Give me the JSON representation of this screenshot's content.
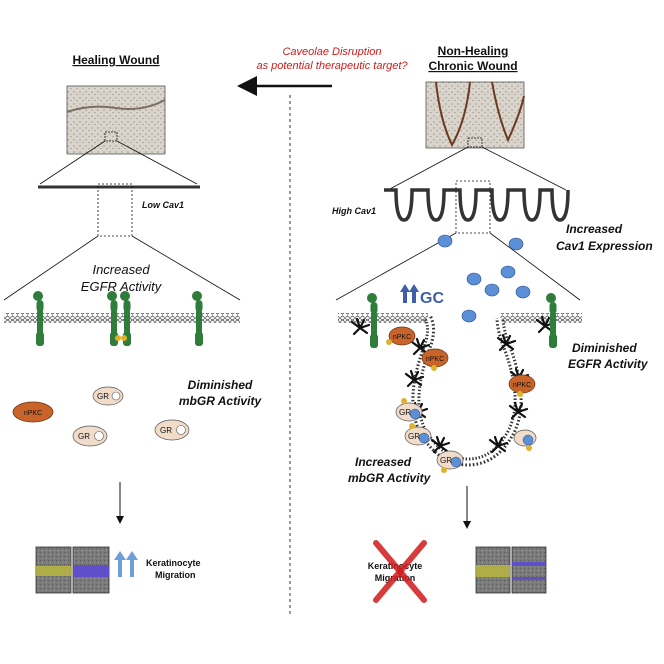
{
  "left": {
    "title": "Healing Wound",
    "cav_label": "Low Cav1",
    "egfr_label_1": "Increased",
    "egfr_label_2": "EGFR Activity",
    "mbgr_label_1": "Diminished",
    "mbgr_label_2": "mbGR Activity",
    "npkc": "nPKC",
    "gr": "GR",
    "migration_1": "Keratinocyte",
    "migration_2": "Migration"
  },
  "right": {
    "title_1": "Non-Healing",
    "title_2": "Chronic Wound",
    "cav_label": "High Cav1",
    "cav_expr_1": "Increased",
    "cav_expr_2": "Cav1 Expression",
    "gc_label": "GC",
    "egfr_label_1": "Diminished",
    "egfr_label_2": "EGFR Activity",
    "mbgr_label_1": "Increased",
    "mbgr_label_2": "mbGR Activity",
    "npkc": "nPKC",
    "gr": "GR",
    "migration_1": "Keratinocyte",
    "migration_2": "Migration"
  },
  "center": {
    "target_1": "Caveolae Disruption",
    "target_2": "as potential therapeutic target?"
  },
  "colors": {
    "red": "#d11a1a",
    "egfr_green": "#2e7d3a",
    "npkc_orange": "#c8642a",
    "gr_beige": "#f1dcc9",
    "gc_blue": "#5b8fd8",
    "arrow_blue": "#6f9fd8"
  }
}
